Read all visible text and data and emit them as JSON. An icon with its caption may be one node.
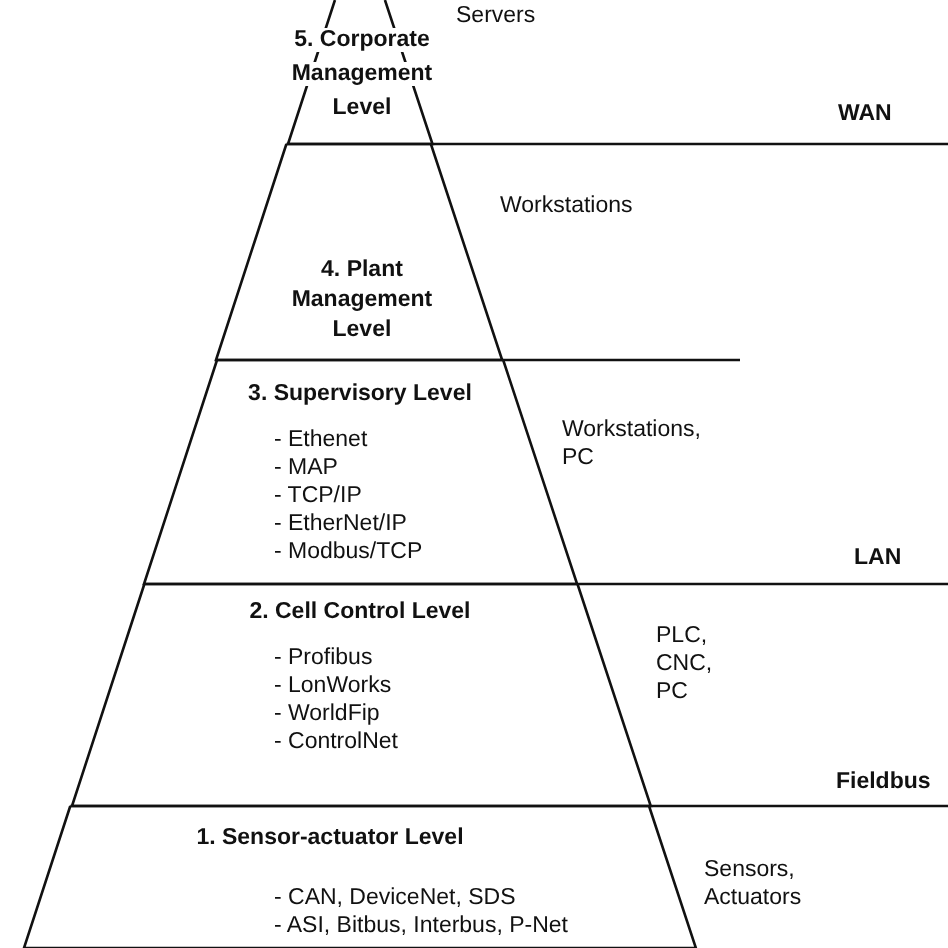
{
  "diagram": {
    "nodes": [
      {
        "text": [
          "5. Corporate Management Level"
        ],
        "beside": [
          "Servers"
        ]
      },
      {
        "text": [
          "4. Plant Management Level"
        ],
        "beside": [
          "Workstations"
        ]
      },
      {
        "text": [
          "3. Supervisory Level",
          "- Ethenet",
          "- MAP",
          "- TCP/IP",
          "- EtherNet/IP",
          "- Modbus/TCP"
        ],
        "beside": [
          "Workstations, PC"
        ]
      },
      {
        "text": [
          "2. Cell Control Level",
          "- Profibus",
          "- LonWorks",
          "- WorldFip",
          "- ControlNet"
        ],
        "beside": [
          "PLC, CNC, PC"
        ]
      },
      {
        "text": [
          "1. Sensor-actuator Level",
          "- CAN, DeviceNet, SDS",
          "- ASI, Bitbus, Interbus, P-Net"
        ],
        "beside": [
          "Sensors, Actuators"
        ]
      }
    ],
    "labels": [
      "WAN",
      "LAN",
      "Fieldbus"
    ]
  }
}
